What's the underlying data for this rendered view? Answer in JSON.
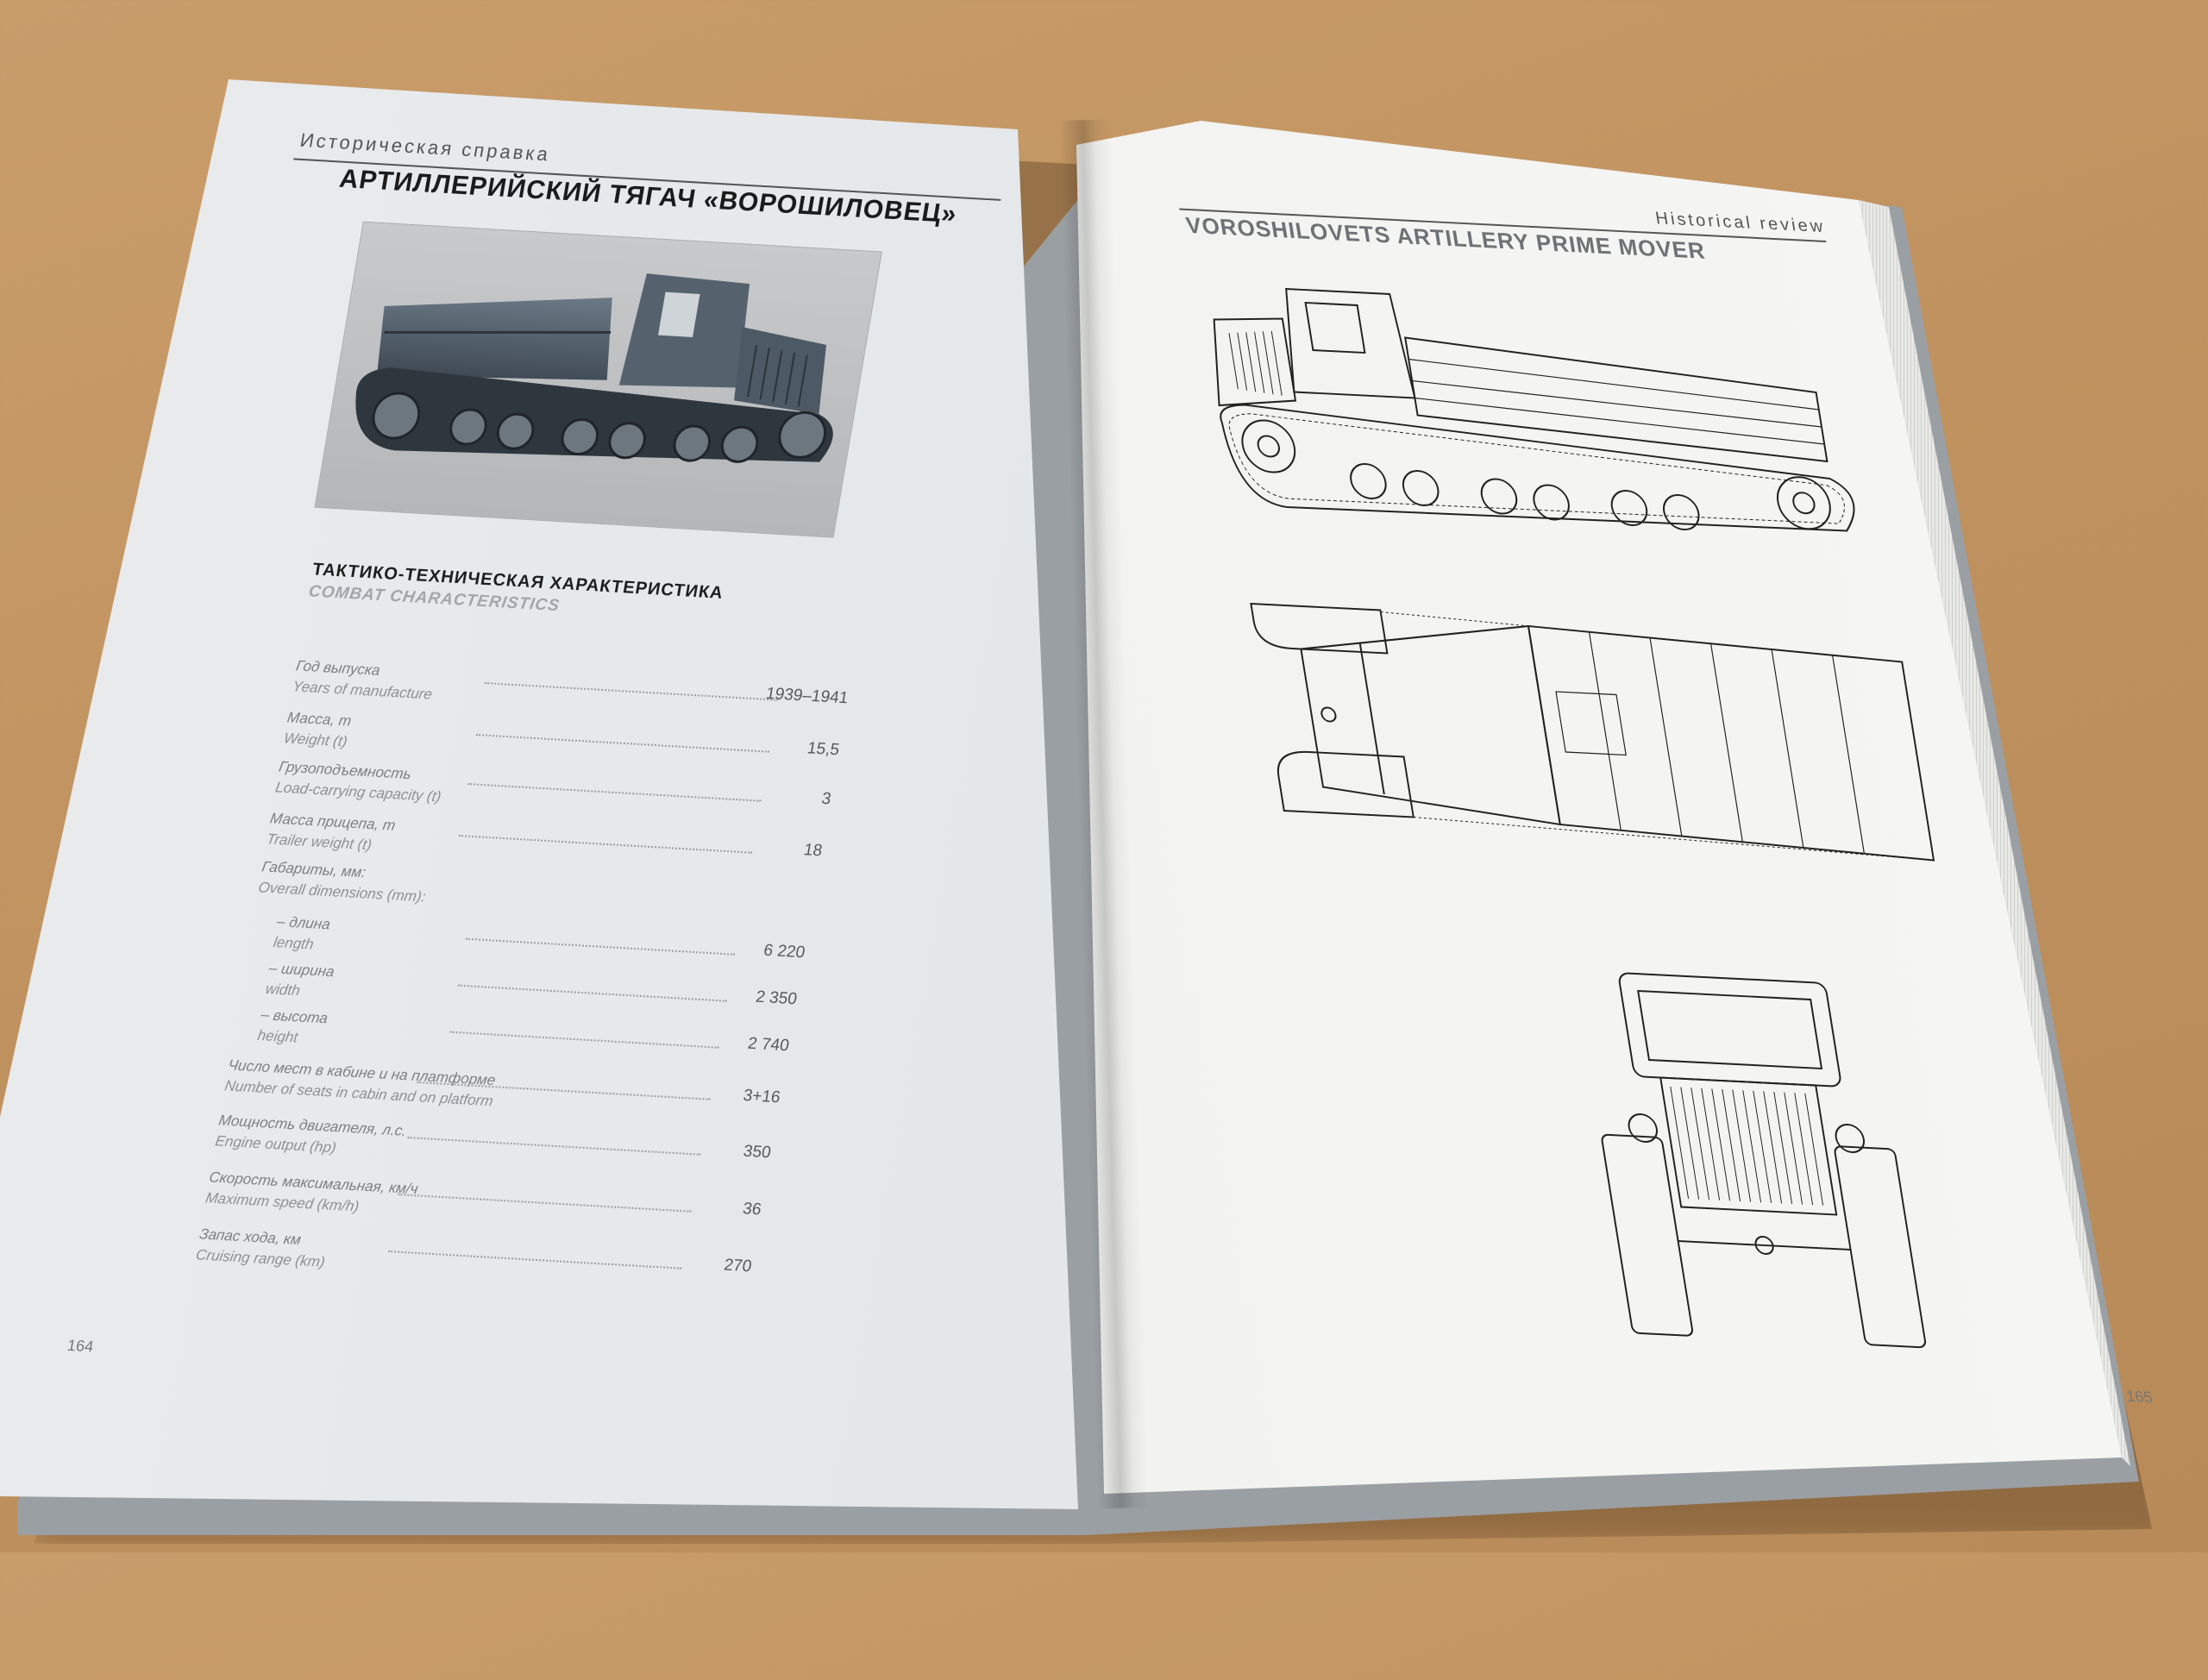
{
  "left_page": {
    "header_section": "Историческая справка",
    "title_ru": "АРТИЛЛЕРИЙСКИЙ ТЯГАЧ «ВОРОШИЛОВЕЦ»",
    "spec_title_ru": "ТАКТИКО-ТЕХНИЧЕСКАЯ ХАРАКТЕРИСТИКА",
    "spec_title_en": "COMBAT CHARACTERISTICS",
    "specs": [
      {
        "ru": "Год выпуска",
        "en": "Years of manufacture",
        "value": "1939–1941"
      },
      {
        "ru": "Масса, т",
        "en": "Weight (t)",
        "value": "15,5"
      },
      {
        "ru": "Грузоподъемность",
        "en": "Load-carrying capacity (t)",
        "value": "3"
      },
      {
        "ru": "Масса прицепа, т",
        "en": "Trailer weight (t)",
        "value": "18"
      },
      {
        "ru": "Габариты, мм:",
        "en": "Overall dimensions (mm):",
        "value": ""
      },
      {
        "ru": "– длина",
        "en": "length",
        "value": "6 220"
      },
      {
        "ru": "– ширина",
        "en": "width",
        "value": "2 350"
      },
      {
        "ru": "– высота",
        "en": "height",
        "value": "2 740"
      },
      {
        "ru": "Число мест в кабине и на платформе",
        "en": "Number of seats in cabin and on platform",
        "value": "3+16"
      },
      {
        "ru": "Мощность двигателя, л.с.",
        "en": "Engine output (hp)",
        "value": "350"
      },
      {
        "ru": "Скорость максимальная, км/ч",
        "en": "Maximum speed (km/h)",
        "value": "36"
      },
      {
        "ru": "Запас хода, км",
        "en": "Cruising range (km)",
        "value": "270"
      }
    ],
    "page_number": "164"
  },
  "right_page": {
    "header_section": "Historical review",
    "title_en": "VOROSHILOVETS ARTILLERY PRIME MOVER",
    "page_number": "165"
  }
}
